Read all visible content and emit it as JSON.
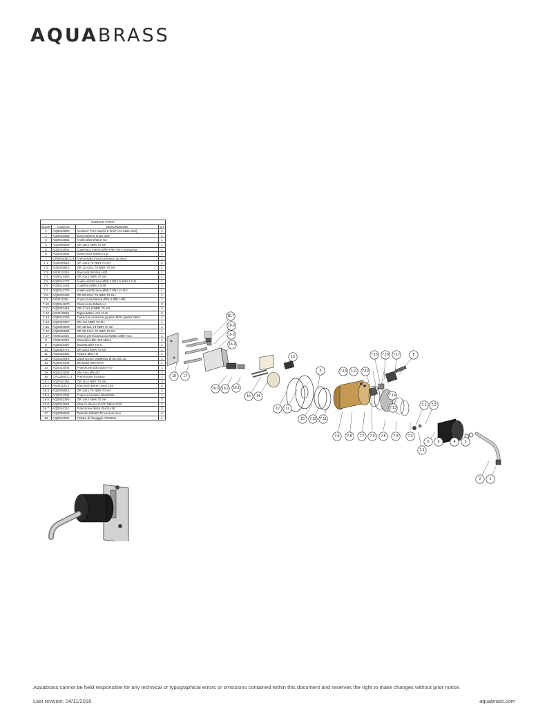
{
  "brand": {
    "bold": "AQUA",
    "light": "BRASS"
  },
  "parts_list": {
    "title": "ELENCO PARTI",
    "headers": [
      "ELEM",
      "CODICE",
      "DESCRIZIONE",
      "QT"
    ],
    "rows": [
      [
        "1",
        "AQ0014880",
        "Aeratore PCA Caché 5 l/min (44.3251.010)",
        "1"
      ],
      [
        "2",
        "AQ0012483",
        "Bocca Ø18.5 H110 125°",
        "1"
      ],
      [
        "3",
        "AQ0012561",
        "Anello Ø22 Ø18.5 H2",
        "1"
      ],
      [
        "4",
        "AQ0005009",
        "OR 16x1 NBR 70 SH",
        "1"
      ],
      [
        "5",
        "AQ0014941",
        "Copertura marmo Ø68 H90 nero marquinia",
        "1"
      ],
      [
        "6",
        "AQ0001091",
        "Grano inox M6x10 p.p.",
        "1"
      ],
      [
        "7",
        "CPMR209CC-1",
        "Premontato monocomando incasso",
        "1"
      ],
      [
        "7.1",
        "AQ0009818",
        "OR 14x1.78 NBR 70 SH",
        "2"
      ],
      [
        "7.2",
        "AQ0004610",
        "OR 12.42x1.78 NBR 70 SH",
        "1"
      ],
      [
        "7.3",
        "AS0012424",
        "Raccordo M16x1 H23",
        "1"
      ],
      [
        "7.4",
        "AQ0013363",
        "OR 41x2 NBR 70 SH",
        "1"
      ],
      [
        "7.5",
        "AQ0014774",
        "Anello antifrizione Ø55.3 Ø52.9 Ø49.1 H11",
        "1"
      ],
      [
        "7.6",
        "AQ0012428",
        "Copriforo Ø55.2 H28",
        "1"
      ],
      [
        "7.7",
        "AQ0014775",
        "Anello antifrizione Ø55.3 Ø51.2 H10",
        "1"
      ],
      [
        "7.8",
        "AQ0010432",
        "OR 50.52x1.78 NBR 70 SH",
        "1"
      ],
      [
        "7.9",
        "AS0012481",
        "Corpo miscelatore Ø55.4 Ø51 H85",
        "1"
      ],
      [
        "7.10",
        "AQ0014670",
        "Grano inox M5x6 p.c.",
        "2"
      ],
      [
        "7.11",
        "AQ0001418",
        "OR 4.2x1.9 NBR 70 SH",
        "4"
      ],
      [
        "7.12",
        "AS0010569",
        "Tappo M8x1 H11 CH3",
        "4"
      ],
      [
        "7.13",
        "AQ0014769",
        "Cartuccia ceramica joystick Ø25 aperta M6x1",
        "1"
      ],
      [
        "7.14",
        "AQ0010327",
        "OR 4x1 NBR 70 SH",
        "1"
      ],
      [
        "7.15",
        "AQ0004600",
        "OR 15.6x1.78 NBR 70 SH",
        "1"
      ],
      [
        "7.16",
        "AQ0006586",
        "OR 25.12x1.78 NBR 70 SH",
        "1"
      ],
      [
        "7.17",
        "AS0012426",
        "Ghiera premicartuccia M28x1 Ø30 H13",
        "1"
      ],
      [
        "8",
        "AS0012425",
        "Manettino Ø8 H45 M6x1",
        "1"
      ],
      [
        "9",
        "AQ0012427",
        "Basetta Ø57 H6.5",
        "1"
      ],
      [
        "10",
        "AQ0004771",
        "OR 52x2 NBR 70 SH",
        "1"
      ],
      [
        "11",
        "AQ0012482",
        "Piastra Ø80 H2",
        "1"
      ],
      [
        "12",
        "AQ0014919",
        "Guarnizione biadesiva Ø75x Ø6 3d.",
        "1"
      ],
      [
        "13",
        "AQ0014106",
        "Etichetta MIN-MAX",
        "1"
      ],
      [
        "14",
        "AQ0014044",
        "Protezione Ø30 Ø35 H70",
        "1"
      ],
      [
        "15",
        "AQ0013064",
        "Vite inox M5x30",
        "2"
      ],
      [
        "16",
        "CPI1309CC-1",
        "Premontato incasso",
        "1"
      ],
      [
        "16.1",
        "AQ0010152",
        "OR 11x2 NBR 70 SH",
        "4"
      ],
      [
        "16.2",
        "AS0011313",
        "Raccordo parte corpo L46",
        "2"
      ],
      [
        "16.3",
        "AQ0009818",
        "OR 14x1.78 NBR 70 SH",
        "2"
      ],
      [
        "16.4",
        "AQ0011309",
        "Corpo incassato 48x48x55",
        "1"
      ],
      [
        "16.5",
        "AQ0001390",
        "OR 14x2 NBR 70 SH",
        "2"
      ],
      [
        "16.6",
        "AQ0011892",
        "Attacco doccia G1/2\" M6x1 H19",
        "2"
      ],
      [
        "16.7",
        "AQ0014112",
        "Protezione filetto 25x21x18",
        "2"
      ],
      [
        "17",
        "AQ0009546",
        "Tassello M8x60 TE acciaio inox",
        "4"
      ],
      [
        "18",
        "AQ0014021",
        "Piastra di fissaggio 70x80x5",
        "1"
      ]
    ]
  },
  "callouts": [
    "16.7",
    "16.6",
    "16.5",
    "16.4",
    "18",
    "17",
    "16.3",
    "16.2",
    "16.1",
    "15",
    "14",
    "13",
    "12",
    "11",
    "9",
    "10",
    "7.12",
    "7.11",
    "7.9",
    "7.8",
    "7.7",
    "7.6",
    "7.5",
    "7.4",
    "7.3",
    "7.10",
    "7.11",
    "7.12",
    "7.14",
    "7.13",
    "7.15",
    "7.16",
    "7.17",
    "8",
    "7.1",
    "7.2",
    "7.1",
    "5",
    "6",
    "4",
    "3",
    "2",
    "1"
  ],
  "footer": {
    "disclaimer": "Aquabrass cannot be held responsible for any technical or typographical errors or omissions contained within this document and reserves the right to make changes without prior notice.",
    "revision": "Last revision: 04/11/2016",
    "website": "aquabrass.com"
  }
}
